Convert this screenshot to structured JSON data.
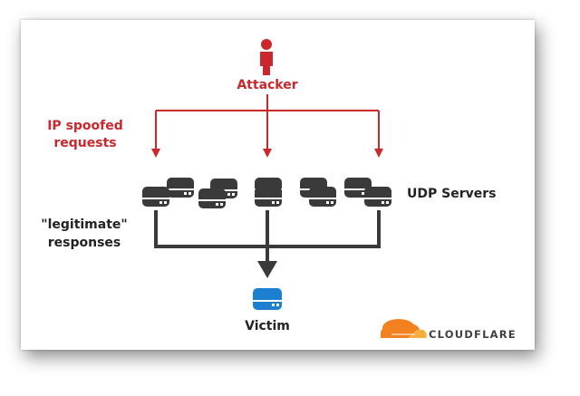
{
  "labels": {
    "attacker": "Attacker",
    "ip_spoofed_line1": "IP spoofed",
    "ip_spoofed_line2": "requests",
    "legit_line1": "\"legitimate\"",
    "legit_line2": "responses",
    "udp_servers": "UDP Servers",
    "victim": "Victim"
  },
  "brand": {
    "name": "CLOUDFLARE",
    "logo_icon": "cloudflare-cloud-icon"
  },
  "colors": {
    "attack": "#c9282d",
    "response": "#3a3a3a",
    "server": "#3a3a3a",
    "victim": "#1d7fd0",
    "brand_orange": "#f48120",
    "brand_text": "#404041"
  }
}
